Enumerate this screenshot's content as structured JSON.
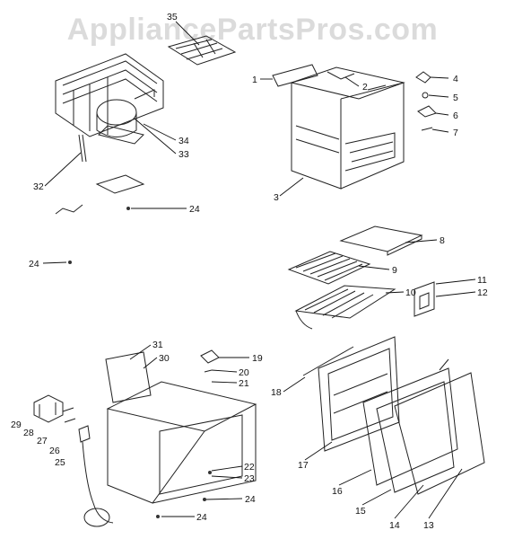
{
  "watermark": "AppliancePartsPros.com",
  "colors": {
    "watermark": "#bebebe",
    "ink": "#111111"
  },
  "labels": [
    "1",
    "2",
    "3",
    "4",
    "5",
    "6",
    "7",
    "8",
    "9",
    "10",
    "11",
    "12",
    "13",
    "14",
    "15",
    "16",
    "17",
    "18",
    "19",
    "20",
    "21",
    "22",
    "23",
    "24",
    "24",
    "24",
    "24",
    "25",
    "26",
    "27",
    "28",
    "29",
    "30",
    "31",
    "32",
    "33",
    "34",
    "35"
  ]
}
